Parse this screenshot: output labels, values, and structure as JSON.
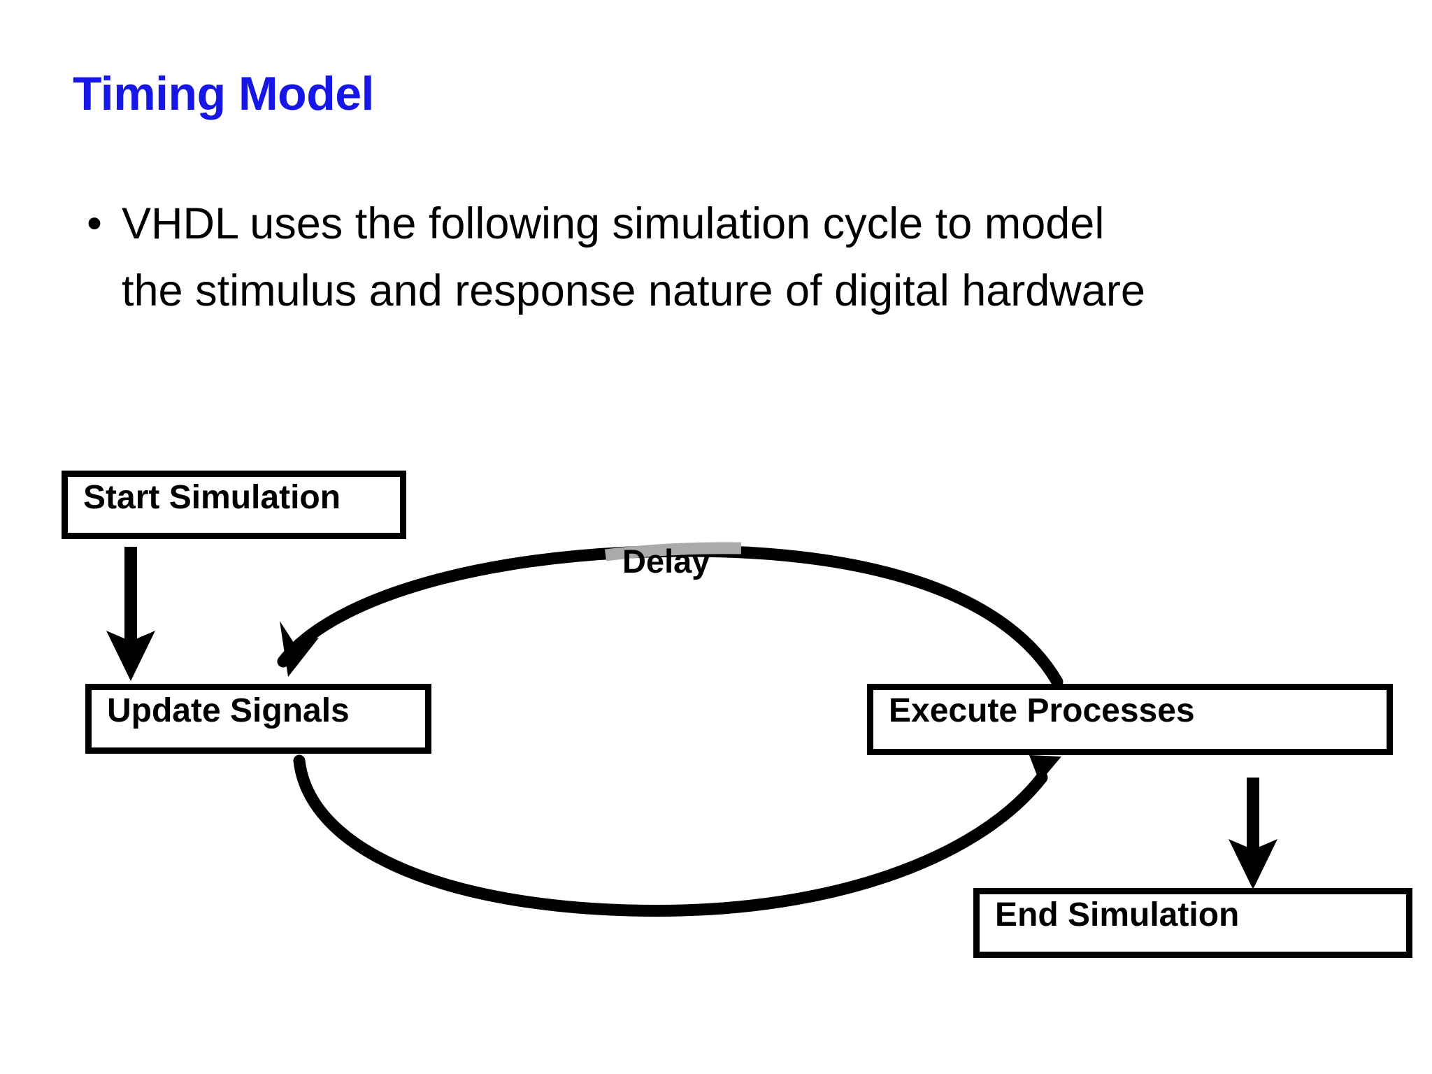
{
  "slide": {
    "title": "Timing Model",
    "title_color": "#1616e6",
    "background_color": "#ffffff",
    "text_color": "#000000"
  },
  "bullets": [
    {
      "marker": "•",
      "text": "VHDL uses the following simulation cycle to model the stimulus and response nature of digital hardware"
    }
  ],
  "diagram": {
    "type": "flowchart",
    "boxes": [
      {
        "id": "start",
        "label": "Start Simulation"
      },
      {
        "id": "update",
        "label": "Update Signals"
      },
      {
        "id": "execute",
        "label": "Execute Processes"
      },
      {
        "id": "end",
        "label": "End Simulation"
      }
    ],
    "edge_labels": [
      {
        "id": "delay",
        "label": "Delay"
      }
    ],
    "edges": [
      {
        "from": "start",
        "to": "update",
        "style": "straight-arrow-down"
      },
      {
        "from": "update",
        "to": "execute",
        "style": "curved-arrow-bottom"
      },
      {
        "from": "execute",
        "to": "update",
        "style": "curved-arrow-top",
        "label": "Delay"
      },
      {
        "from": "execute",
        "to": "end",
        "style": "straight-arrow-down"
      }
    ],
    "stroke_color": "#000000",
    "highlight_color": "#aaaaaa"
  }
}
